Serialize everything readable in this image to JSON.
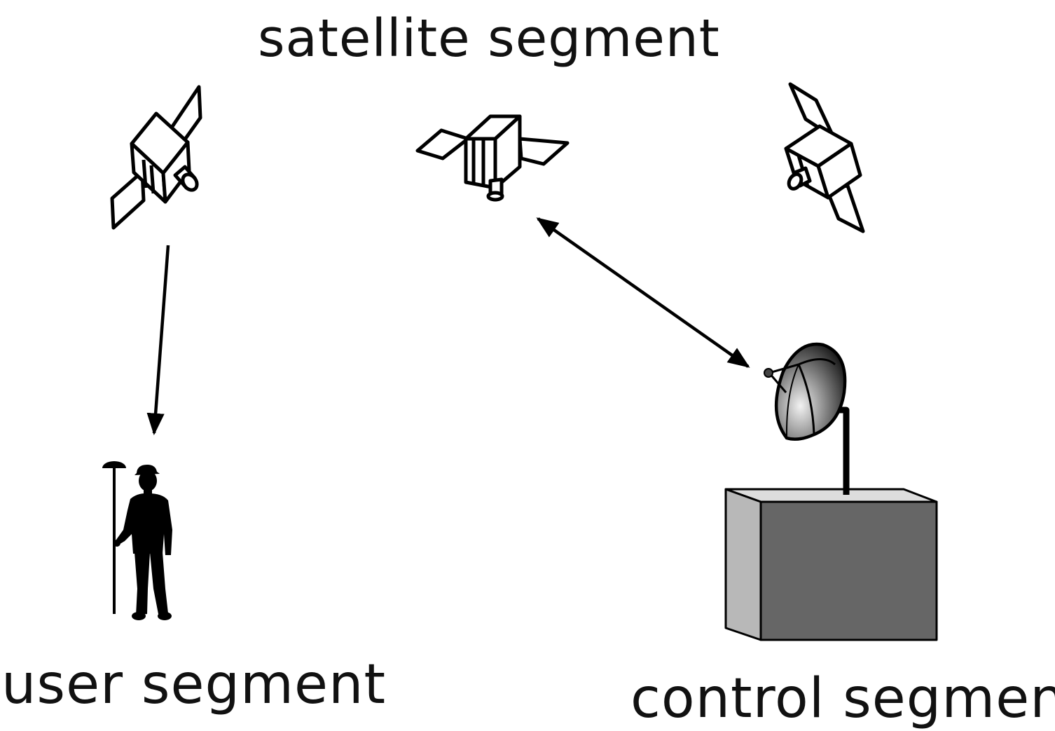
{
  "labels": {
    "satellite_segment": "satellite segment",
    "user_segment": "user segment",
    "control_segment": "control segment"
  },
  "colors": {
    "line": "#000000",
    "box_front": "#666666",
    "box_side": "#b8b8b8",
    "box_top": "#dddddd",
    "dish_light": "#f2f2f2",
    "dish_dark": "#1a1a1a"
  },
  "icons": [
    "satellite-left-icon",
    "satellite-center-icon",
    "satellite-right-icon",
    "surveyor-person-icon",
    "gnss-pole-antenna-icon",
    "dish-antenna-icon",
    "control-station-box-icon"
  ]
}
